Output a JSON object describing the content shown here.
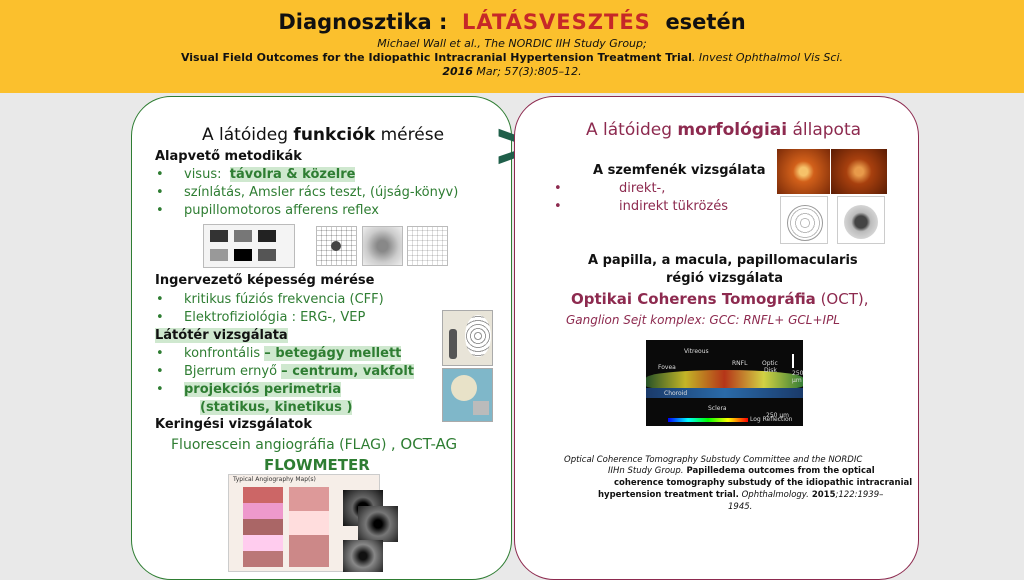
{
  "header": {
    "title_a": "Diagnosztika :",
    "title_b": "LÁTÁSVESZTÉS",
    "title_c": "esetén",
    "authors": "Michael Wall et al., The NORDIC IIH Study Group;",
    "paper": "Visual Field Outcomes for the Idiopathic Intracranial Hypertension Treatment Trial",
    "journal": ". Invest Ophthalmol Vis Sci.",
    "year": "2016",
    "pages": " Mar; 57(3):805–12."
  },
  "left": {
    "title_a": "A látóideg",
    "title_b": "funkciók",
    "title_c": "mérése",
    "alap": "Alapvető metodikák",
    "visus_a": "visus:",
    "visus_b": "távolra & közelre",
    "szin": "színlátás, Amsler rács teszt, (újság-könyv)",
    "pupillo": "pupillomotoros  afferens  reflex",
    "ingerv": "Ingervezető képesség mérése",
    "cff": "kritikus fúziós frekvencia (CFF)",
    "elektro": "Elektrofiziológia : ERG-, VEP",
    "latoter": "Látótér vizsgálata",
    "konf_a": "konfrontális",
    "konf_b": "– betegágy mellett",
    "bjer_a": "Bjerrum ernyő",
    "bjer_b": "– centrum, vakfolt",
    "proj": "projekciós perimetria",
    "stat": "(statikus, kinetikus )",
    "kering": "Keringési vizsgálatok",
    "flag": "Fluorescein angiográfia (FLAG)",
    "octag": ", OCT-AG",
    "flow": "FLOWMETER",
    "angio_caption": "Typical Angiography Map(s)"
  },
  "arrow": ">",
  "right": {
    "title_a": "A látóideg",
    "title_b": "morfológiai",
    "title_c": "állapota",
    "szem": "A szemfenék vizsgálata",
    "direkt": "direkt-,",
    "indirekt": "indirekt tükrözés",
    "papilla1": "A papilla, a macula,  papillomacularis",
    "papilla2": "régió vizsgálata",
    "oct_a": "Optikai Coherens Tomográfia",
    "oct_b": " (OCT),",
    "ganglion": "Ganglion Sejt komplex:  GCC: RNFL+ GCL+IPL",
    "oct_labels": {
      "vitreous": "Vitreous",
      "rnfl": "RNFL",
      "optic": "Optic",
      "disk": "Disk",
      "fovea": "Fovea",
      "choroid": "Choroid",
      "sclera": "Sclera",
      "scale1": "250",
      "scale1u": "µm",
      "scale2": "250 µm",
      "logref": "Log Reflection"
    },
    "ref1": "Optical Coherence Tomography Substudy Committee and the NORDIC",
    "ref2": "IIHn Study Group.",
    "ref2b": " Papilledema outcomes from the optical",
    "ref3": "coherence tomography substudy of the idiopathic intracranial",
    "ref4": "hypertension treatment trial.",
    "ref4b": " Ophthalmology.",
    "ref4c": " 2015",
    "ref4d": ";122:1939–",
    "ref5": "1945."
  }
}
